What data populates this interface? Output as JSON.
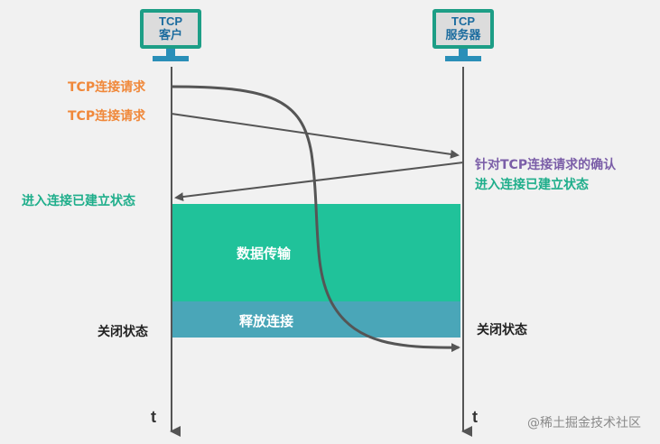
{
  "client": {
    "line1": "TCP",
    "line2": "客户"
  },
  "server": {
    "line1": "TCP",
    "line2": "服务器"
  },
  "labels": {
    "req1": "TCP连接请求",
    "req2": "TCP连接请求",
    "ack": "针对TCP连接请求的确认",
    "server_established": "进入连接已建立状态",
    "client_established": "进入连接已建立状态",
    "client_closed": "关闭状态",
    "server_closed": "关闭状态"
  },
  "bands": {
    "data_transfer": "数据传输",
    "release": "释放连接"
  },
  "axis": {
    "client_t": "t",
    "server_t": "t"
  },
  "watermark": "@稀土掘金技术社区",
  "colors": {
    "orange": "#f0883a",
    "green": "#1fae8b",
    "purple": "#7b5ea8",
    "data_band": "#20c29a",
    "release_band": "#4aa6b8",
    "arrow": "#555555",
    "monitor_border": "#1d9e86"
  }
}
